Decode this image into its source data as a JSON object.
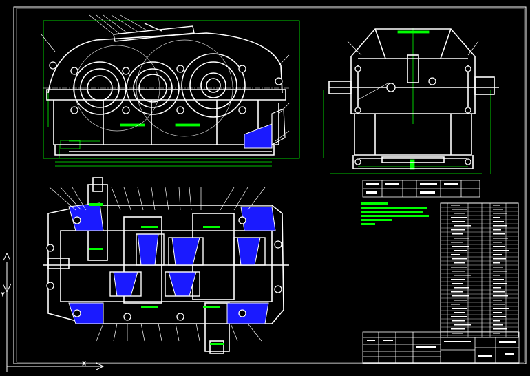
{
  "app": {
    "kind": "CAD drawing viewport",
    "background": "#000000"
  },
  "colors": {
    "line": "#ffffff",
    "dim": "#00ff00",
    "hatch": "#1a1aff",
    "frame": "#ffffff"
  },
  "views": {
    "front": {
      "name": "front-elevation-view"
    },
    "side": {
      "name": "side-elevation-view"
    },
    "top": {
      "name": "top-section-view"
    }
  },
  "title_block": {
    "label": "title-block"
  },
  "parts_list": {
    "label": "parts-list-table"
  },
  "tech_requirements": {
    "label": "technical-requirements-notes"
  },
  "tech_table": {
    "label": "technical-characteristics-table"
  }
}
